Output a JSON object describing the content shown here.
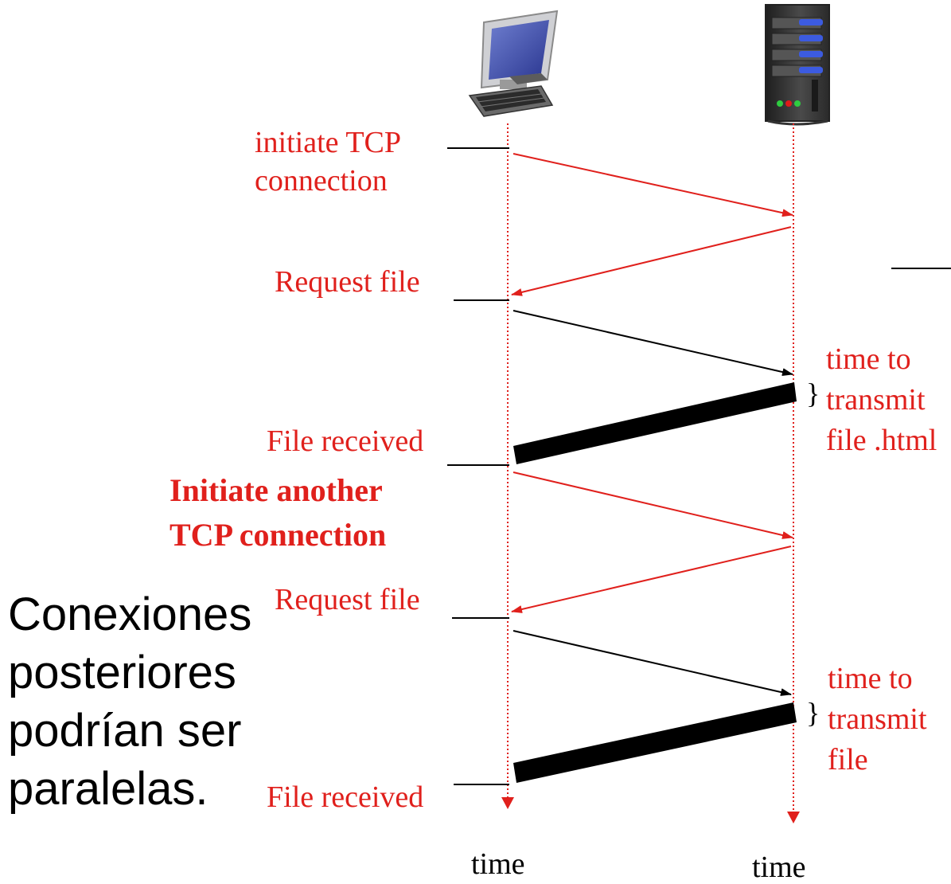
{
  "colors": {
    "accent_red": "#e0201c",
    "black": "#000000",
    "screen_blue": "#3a48a8",
    "server_gray": "#3c3c3c"
  },
  "icons": {
    "client": "desktop-computer-icon",
    "server": "server-tower-icon"
  },
  "labels": {
    "initiate_tcp_1": "initiate TCP",
    "initiate_tcp_2": "connection",
    "request_file_1": "Request file",
    "time_to_transmit_1_a": "time to",
    "time_to_transmit_1_b": "transmit",
    "time_to_transmit_1_c": "file .html",
    "file_received_1": "File received",
    "initiate_another_1": "Initiate another",
    "initiate_another_2": "TCP connection",
    "request_file_2": "Request file",
    "time_to_transmit_2_a": "time to",
    "time_to_transmit_2_b": "transmit",
    "time_to_transmit_2_c": "file",
    "file_received_2": "File received",
    "time_client": "time",
    "time_server": "time"
  },
  "side_note": {
    "line1": "Conexiones",
    "line2": "posteriores",
    "line3": "podrían ser",
    "line4": "paralelas."
  }
}
